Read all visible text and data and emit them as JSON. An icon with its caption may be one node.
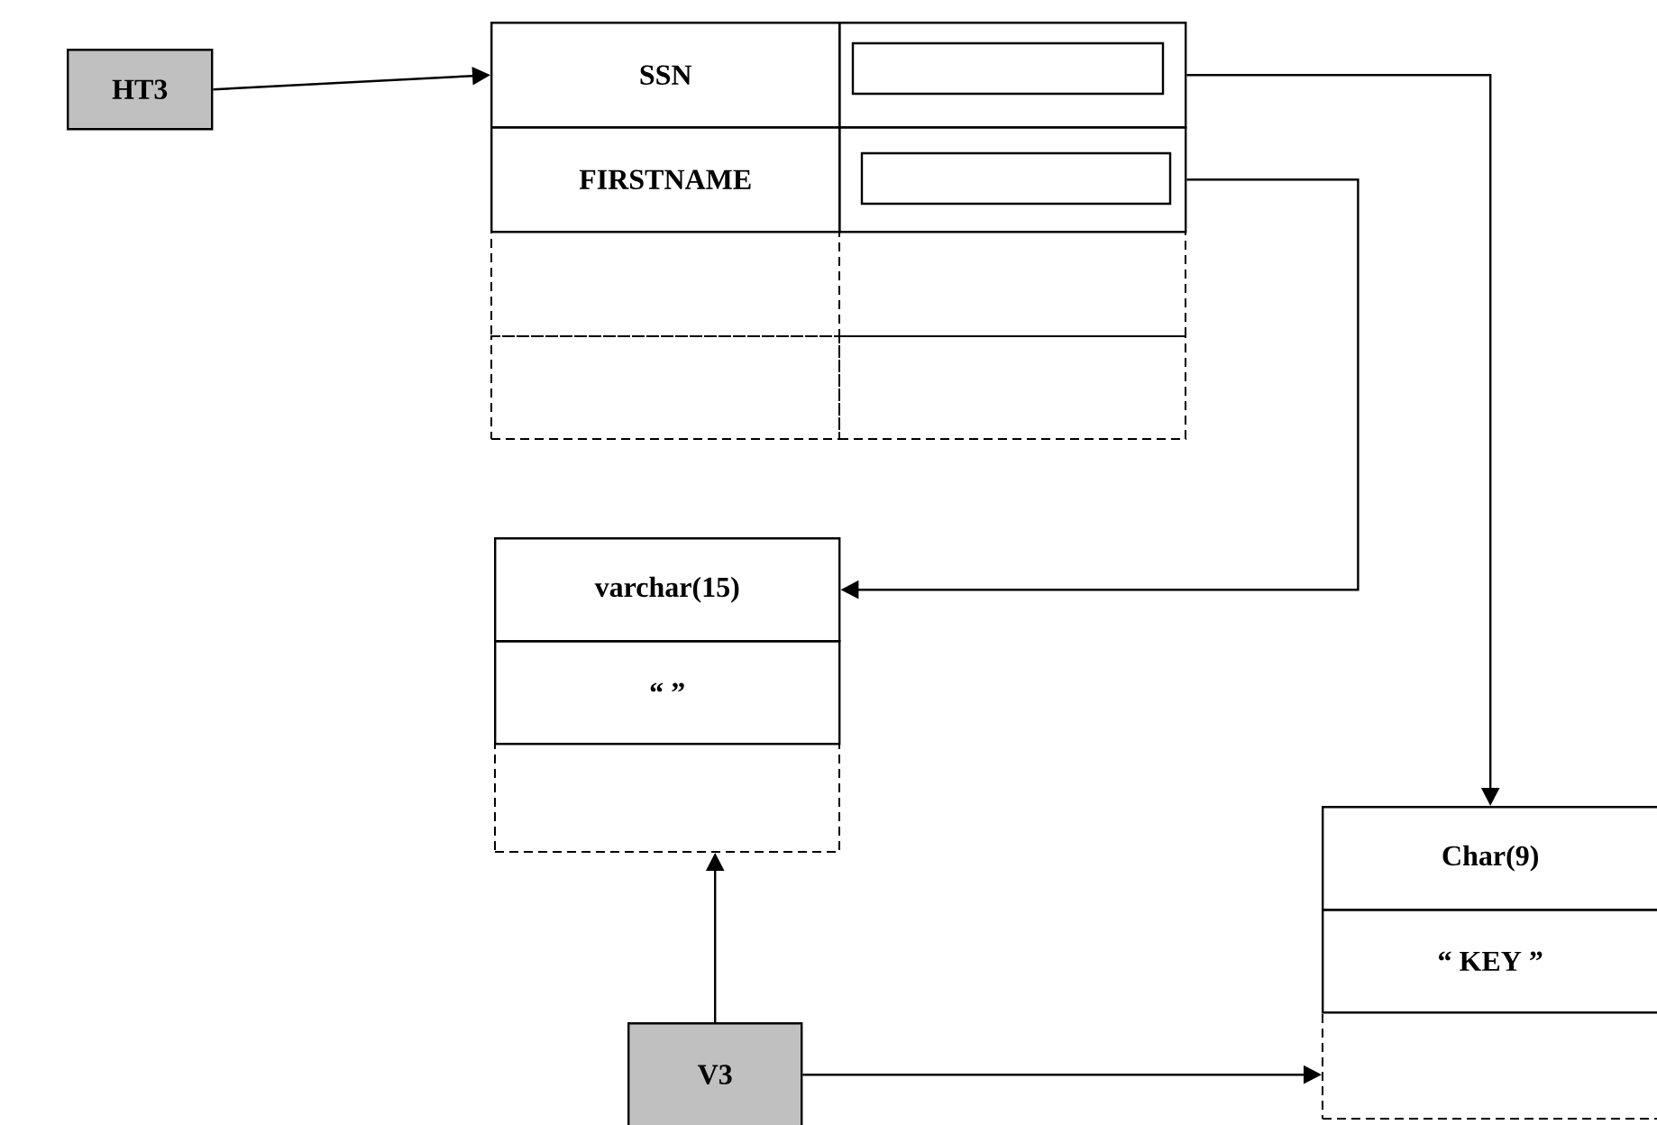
{
  "diagram": {
    "nodes": [
      {
        "text": [
          "HT3"
        ]
      },
      {
        "text": [
          "SSN"
        ]
      },
      {
        "text": [],
        "shape": "box"
      },
      {
        "text": [
          "FIRSTNAME"
        ]
      },
      {
        "text": [],
        "shape": "box"
      },
      {
        "text": [],
        "shape": "box"
      },
      {
        "text": [],
        "shape": "box"
      },
      {
        "text": [],
        "shape": "box"
      },
      {
        "text": [],
        "shape": "box"
      },
      {
        "text": [
          "varchar(15)"
        ]
      },
      {
        "text": [
          "“ ”"
        ]
      },
      {
        "text": [],
        "shape": "box"
      },
      {
        "text": [
          "Char(9)"
        ]
      },
      {
        "text": [
          "“ KEY ”"
        ]
      },
      {
        "text": [],
        "shape": "box"
      },
      {
        "text": [
          "V3"
        ]
      }
    ],
    "edges": [
      {
        "from": 0,
        "to": 1,
        "arrow": "to"
      },
      {
        "from": 2,
        "to": 12,
        "arrow": "to"
      },
      {
        "from": 4,
        "to": 9,
        "arrow": "to"
      },
      {
        "from": 15,
        "to": 11,
        "arrow": "to"
      },
      {
        "from": 15,
        "to": 14,
        "arrow": "to"
      }
    ]
  }
}
